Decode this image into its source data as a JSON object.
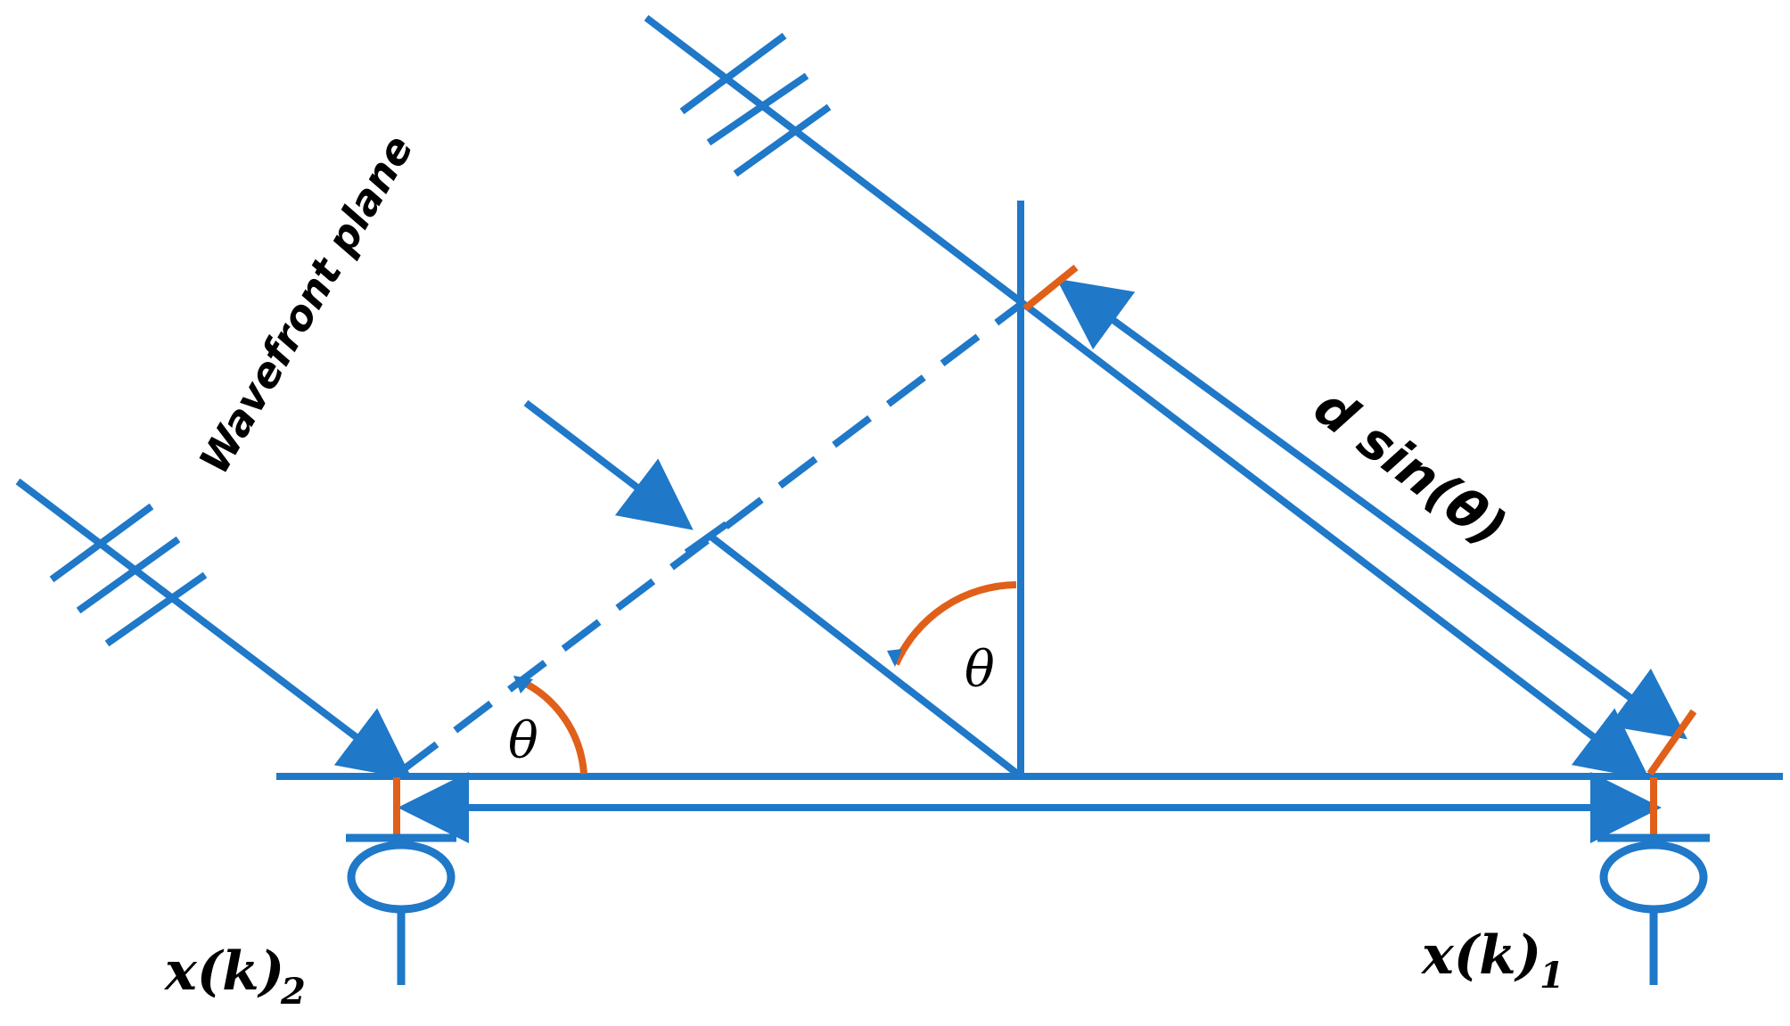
{
  "labels": {
    "wavefront": "Wavefront plane",
    "path_difference": "d sin(θ)",
    "theta": "θ",
    "sensor1_signal": "x(k)",
    "sensor1_index": "1",
    "sensor2_signal": "x(k)",
    "sensor2_index": "2"
  },
  "colors": {
    "line": "#1f78c8",
    "angle_marker": "#e0601a",
    "text": "#000000"
  },
  "icons": [
    "antenna-sensor-icon",
    "antenna-sensor-icon"
  ]
}
